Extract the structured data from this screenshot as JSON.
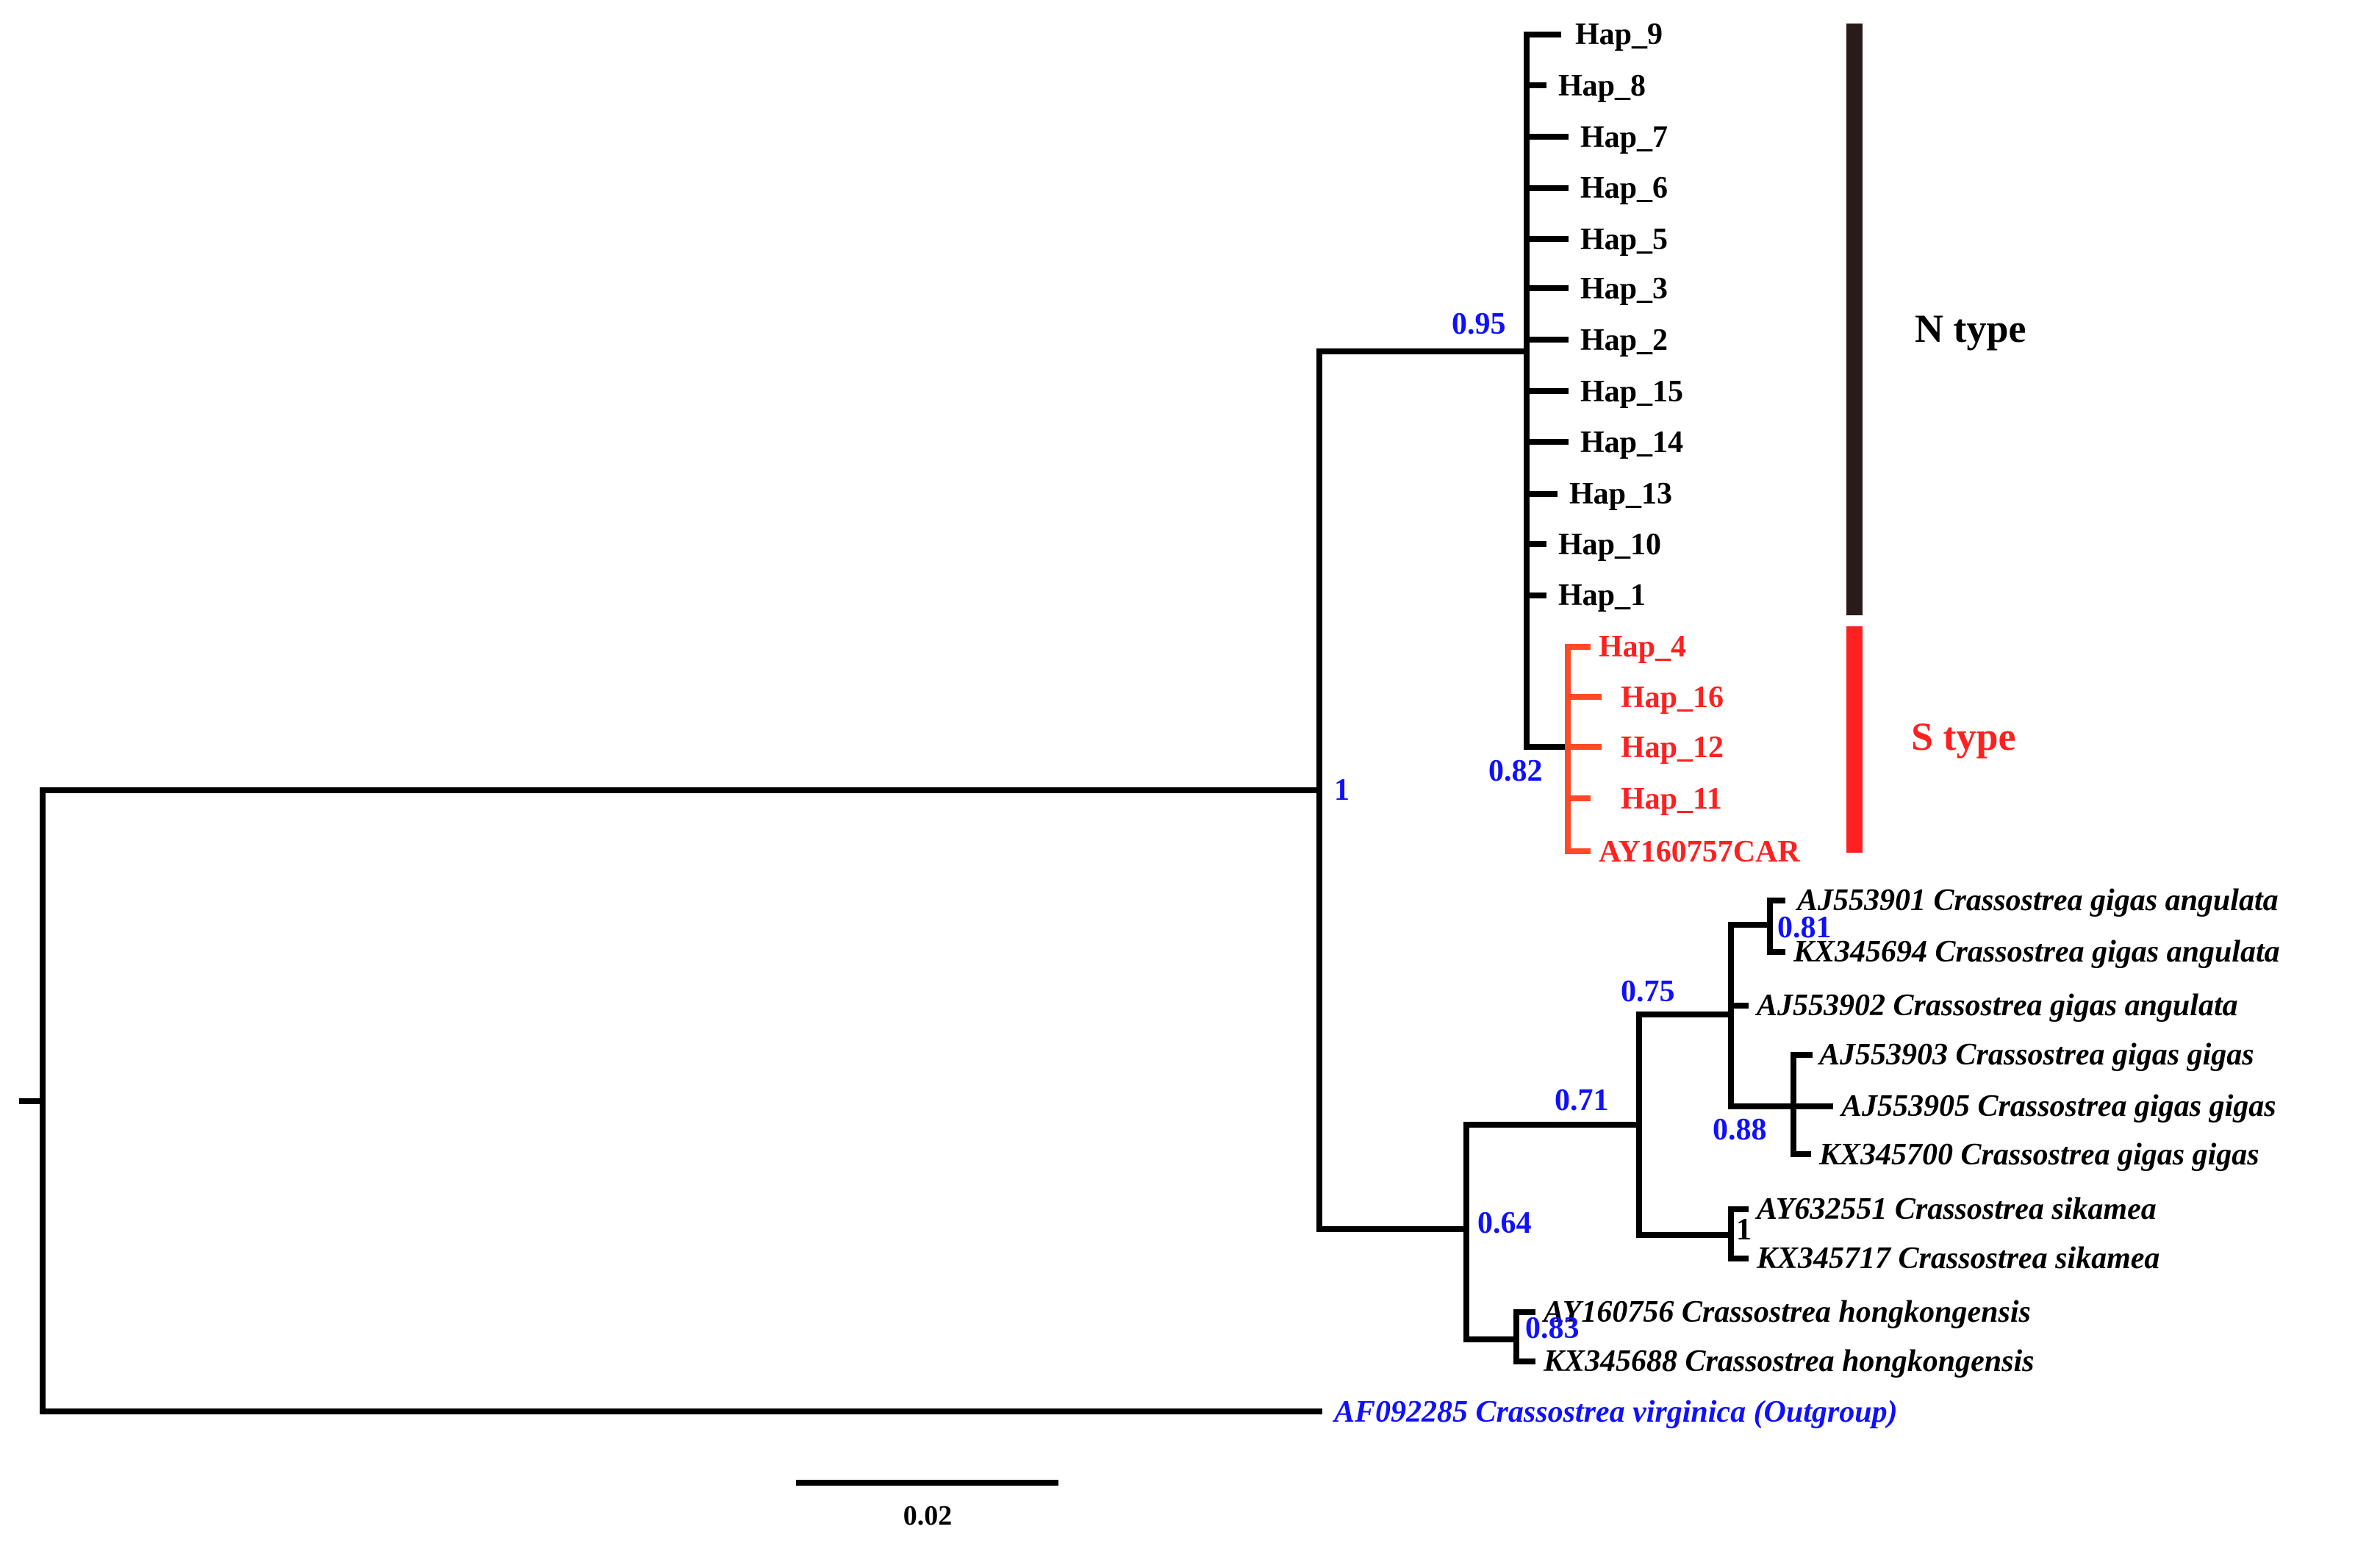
{
  "tips_n_type": [
    "Hap_9",
    "Hap_8",
    "Hap_7",
    "Hap_6",
    "Hap_5",
    "Hap_3",
    "Hap_2",
    "Hap_15",
    "Hap_14",
    "Hap_13",
    "Hap_10",
    "Hap_1"
  ],
  "tips_s_type": [
    "Hap_4",
    "Hap_16",
    "Hap_12",
    "Hap_11",
    "AY160757CAR"
  ],
  "tips_species": [
    "AJ553901 Crassostrea gigas angulata",
    "KX345694 Crassostrea gigas angulata",
    "AJ553902 Crassostrea gigas angulata",
    "AJ553903 Crassostrea gigas gigas",
    "AJ553905 Crassostrea gigas gigas",
    "KX345700 Crassostrea gigas gigas",
    "AY632551 Crassostrea sikamea",
    "KX345717 Crassostrea sikamea",
    "AY160756 Crassostrea hongkongensis",
    "KX345688 Crassostrea hongkongensis"
  ],
  "outgroup": "AF092285 Crassostrea virginica (Outgroup)",
  "support_values": {
    "n_clade": "0.95",
    "s_clade": "0.82",
    "ingroup_root": "1",
    "angulata_pair": "0.81",
    "gigas_angulata": "0.75",
    "gigas_sikamea": "0.71",
    "gigas_group": "0.88",
    "sikamea_pair": "1",
    "hongkongensis_group": "0.64",
    "hongkongensis_pair": "0.83"
  },
  "clade_labels": {
    "n_type": "N type",
    "s_type": "S type"
  },
  "scale_bar": {
    "label": "0.02",
    "value": 0.02
  },
  "colors": {
    "branch": "#000000",
    "s_type": "#ff2020",
    "support": "#1010ff",
    "n_type_bar": "#2a1a1a"
  }
}
